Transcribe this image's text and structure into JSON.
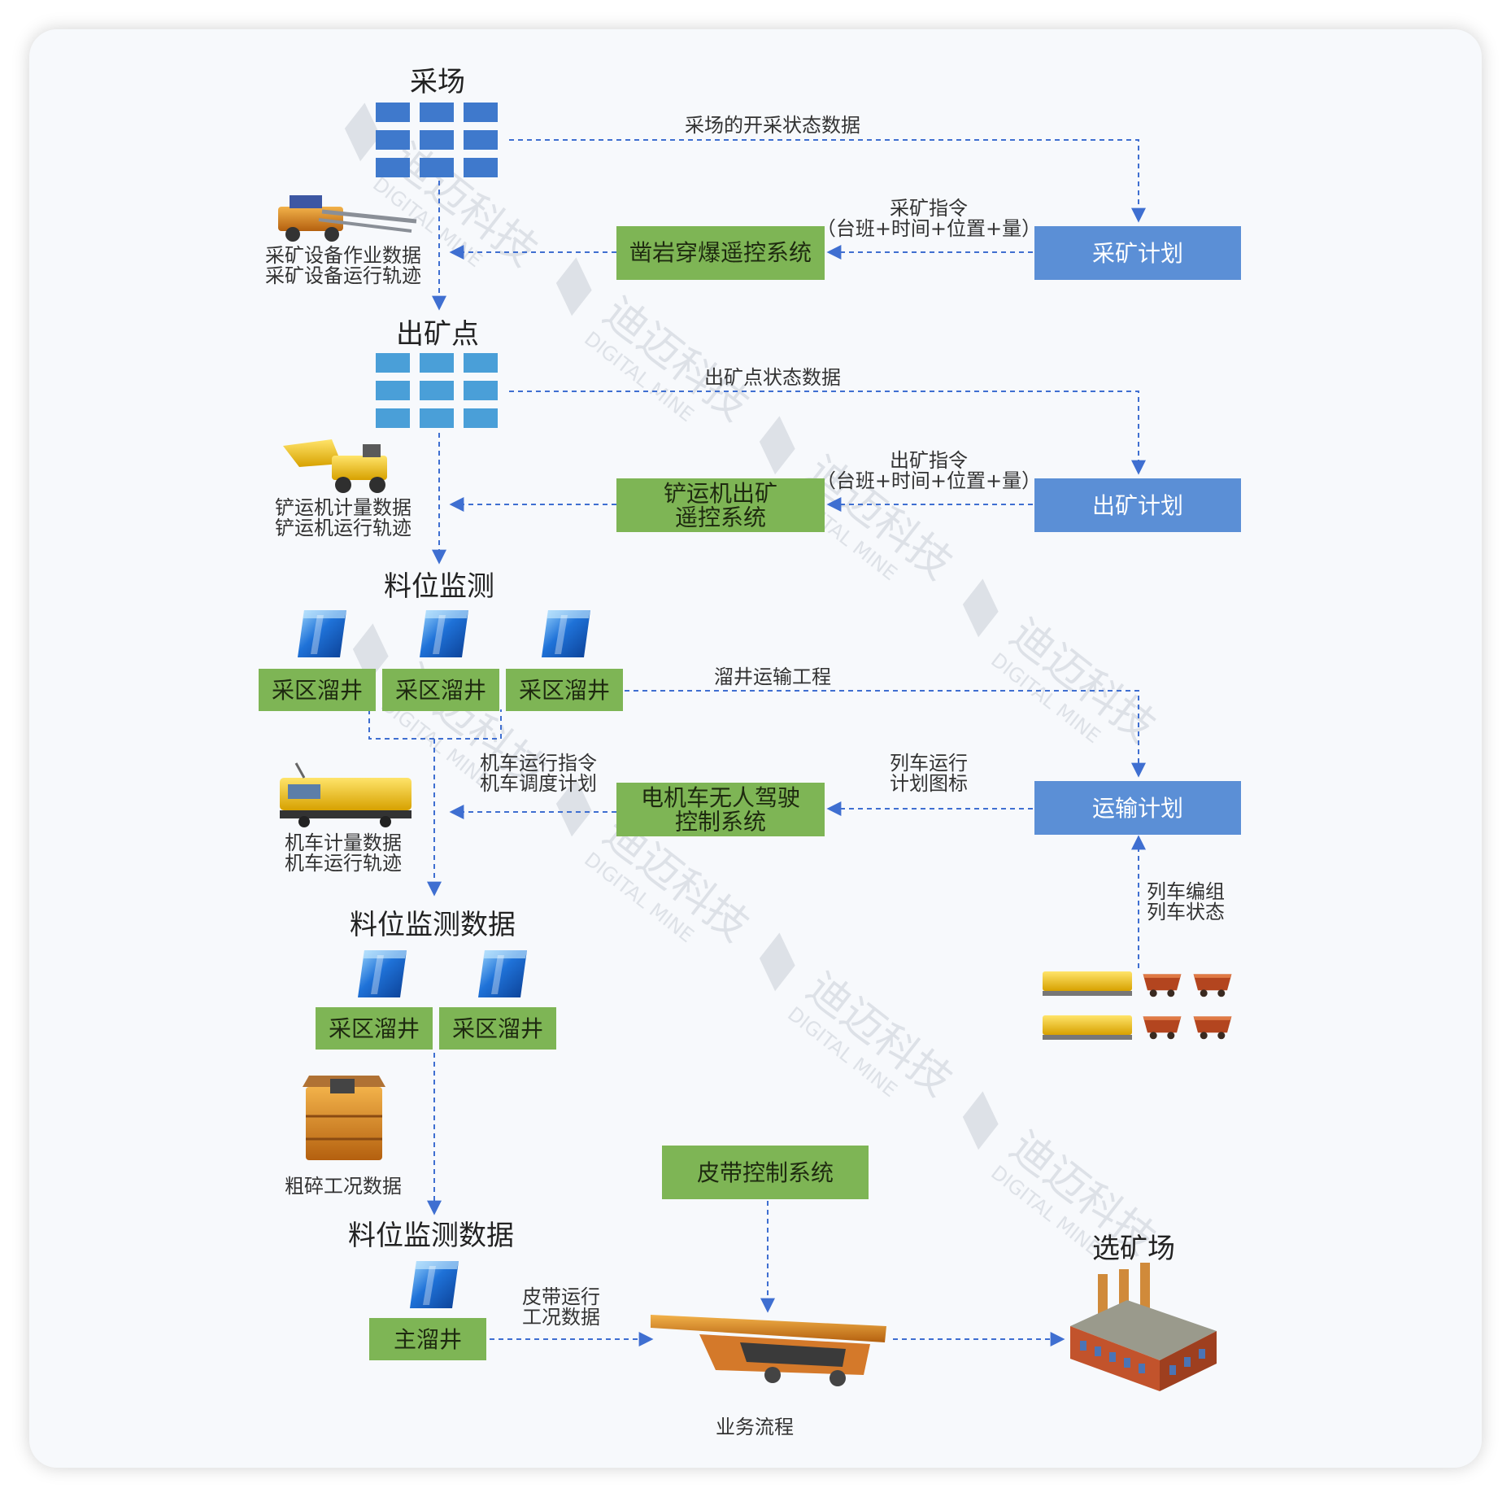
{
  "nodes": {
    "stope": "采场",
    "draw_point": "出矿点",
    "level_monitor": "料位监测",
    "level_data_1": "料位监测数据",
    "level_data_2": "料位监测数据",
    "concentrator": "选矿场",
    "drill_system": "凿岩穿爆遥控系统",
    "lhd_system": "铲运机出矿\n遥控系统",
    "loco_system": "电机车无人驾驶\n控制系统",
    "belt_system": "皮带控制系统",
    "mining_plan": "采矿计划",
    "draw_plan": "出矿计划",
    "transport_plan": "运输计划",
    "orepass_a": "采区溜井",
    "orepass_b": "采区溜井",
    "orepass_c": "采区溜井",
    "orepass_d": "采区溜井",
    "orepass_e": "采区溜井",
    "main_orepass": "主溜井"
  },
  "labels": {
    "stope_status": "采场的开采状态数据",
    "mining_cmd": "采矿指令\n（台班+时间+位置+量）",
    "equip_data": "采矿设备作业数据\n采矿设备运行轨迹",
    "draw_status": "出矿点状态数据",
    "draw_cmd": "出矿指令\n（台班+时间+位置+量）",
    "lhd_data": "铲运机计量数据\n铲运机运行轨迹",
    "orepass_transport": "溜井运输工程",
    "loco_cmd": "机车运行指令\n机车调度计划",
    "train_plan": "列车运行\n计划图标",
    "loco_data": "机车计量数据\n机车运行轨迹",
    "train_status": "列车编组\n列车状态",
    "crusher_data": "粗碎工况数据",
    "belt_data": "皮带运行\n工况数据",
    "caption": "业务流程"
  },
  "watermark": {
    "cn": "迪迈科技",
    "en": "DIGITAL MINE"
  },
  "colors": {
    "green": "#7eb555",
    "blue": "#5b8fd6",
    "flow": "#3f6fd1",
    "tile_stope": "#3f79cc",
    "tile_draw": "#4a9fd8"
  },
  "icons": [
    "drill-jumbo-icon",
    "lhd-loader-icon",
    "ore-bin-icon",
    "electric-locomotive-icon",
    "train-set-icon",
    "crusher-icon",
    "belt-conveyor-icon",
    "factory-icon"
  ]
}
